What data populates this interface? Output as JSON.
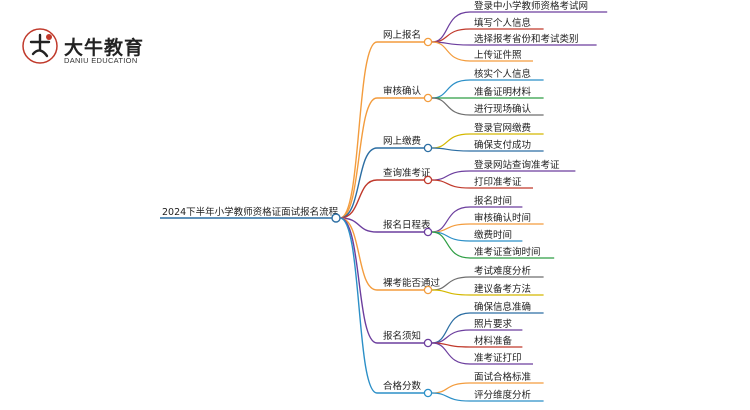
{
  "brand": {
    "name": "大牛教育",
    "sub": "DANIU EDUCATION",
    "mark_char": "大牛",
    "accent": "#c0392b"
  },
  "root": "2024下半年小学教师资格证面试报名流程",
  "branches": [
    {
      "label": "网上报名",
      "color": "#f39c3d",
      "children": [
        "登录中小学教师资格考试网",
        "填写个人信息",
        "选择报考省份和考试类别",
        "上传证件照"
      ]
    },
    {
      "label": "审核确认",
      "color": "#f39c3d",
      "children": [
        "核实个人信息",
        "准备证明材料",
        "进行现场确认"
      ]
    },
    {
      "label": "网上缴费",
      "color": "#2c6ea3",
      "children": [
        "登录官网缴费",
        "确保支付成功"
      ]
    },
    {
      "label": "查询准考证",
      "color": "#c0392b",
      "children": [
        "登录网站查询准考证",
        "打印准考证"
      ]
    },
    {
      "label": "报名日程表",
      "color": "#6c3e9e",
      "children": [
        "报名时间",
        "审核确认时间",
        "缴费时间",
        "准考证查询时间"
      ]
    },
    {
      "label": "裸考能否通过",
      "color": "#f39c3d",
      "children": [
        "考试难度分析",
        "建议备考方法"
      ]
    },
    {
      "label": "报名须知",
      "color": "#6c3e9e",
      "children": [
        "确保信息准确",
        "照片要求",
        "材料准备",
        "准考证打印"
      ]
    },
    {
      "label": "合格分数",
      "color": "#2b8fc7",
      "children": [
        "面试合格标准",
        "评分维度分析"
      ]
    }
  ],
  "leaf_colors": [
    "#6c3e9e",
    "#c0392b",
    "#6c3e9e",
    "#f39c3d",
    "#2b8fc7",
    "#2e9e44",
    "#6e6e6e",
    "#d4b800",
    "#2c6ea3"
  ]
}
